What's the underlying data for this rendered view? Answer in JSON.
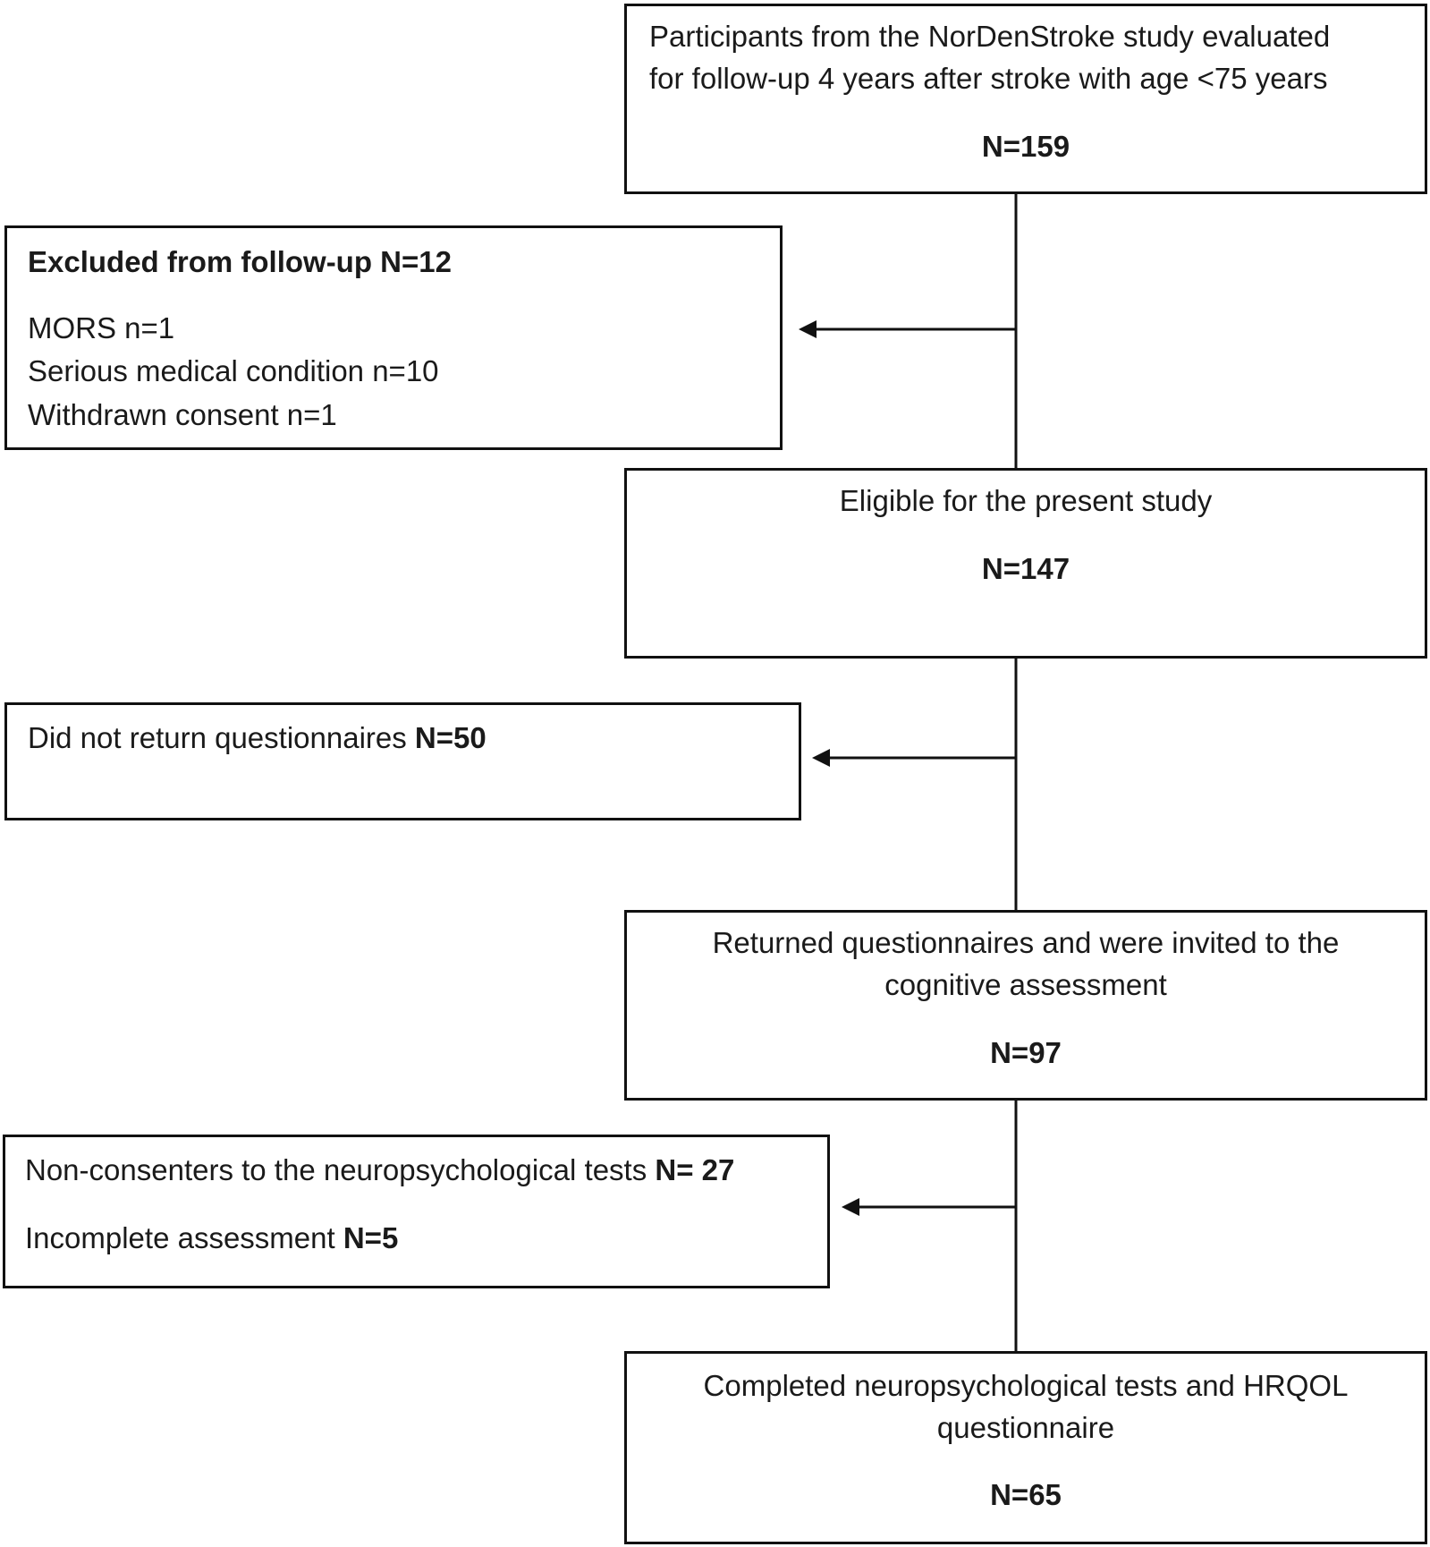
{
  "boxes": {
    "participants": {
      "line1": "Participants from the NorDenStroke study evaluated",
      "line2": "for follow-up 4 years after stroke with age <75 years",
      "count": "N=159"
    },
    "excluded": {
      "title": "Excluded from follow-up N=12",
      "items": [
        "MORS n=1",
        "Serious medical condition n=10",
        "Withdrawn consent n=1"
      ]
    },
    "eligible": {
      "line1": "Eligible for the present study",
      "count": "N=147"
    },
    "not_returned": {
      "text": "Did not return questionnaires ",
      "count": "N=50"
    },
    "returned": {
      "line1": "Returned questionnaires and were invited to the",
      "line2": "cognitive assessment",
      "count": "N=97"
    },
    "non_consent": {
      "line1_text": "Non-consenters to the neuropsychological tests ",
      "line1_count": "N= 27",
      "line2_text": "Incomplete assessment ",
      "line2_count": "N=5"
    },
    "completed": {
      "line1": "Completed neuropsychological tests and HRQOL",
      "line2": "questionnaire",
      "count": "N=65"
    }
  }
}
